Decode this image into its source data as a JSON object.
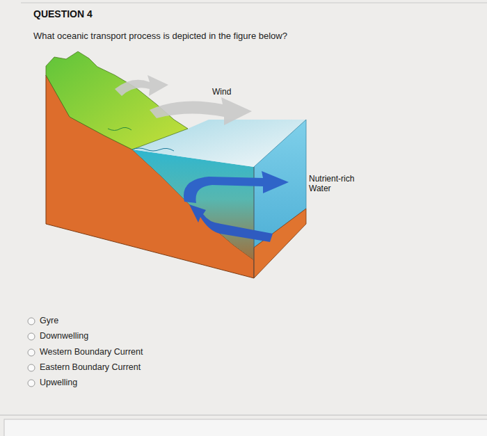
{
  "diagram": {
    "title": "QUESTION 4",
    "labels": [
      "What oceanic transport process is depicted in the figure below?",
      "Wind",
      "Nutrient-rich Water",
      "Gyre",
      "Downwelling",
      "Western Boundary Current",
      "Eastern Boundary Current",
      "Upwelling"
    ]
  }
}
